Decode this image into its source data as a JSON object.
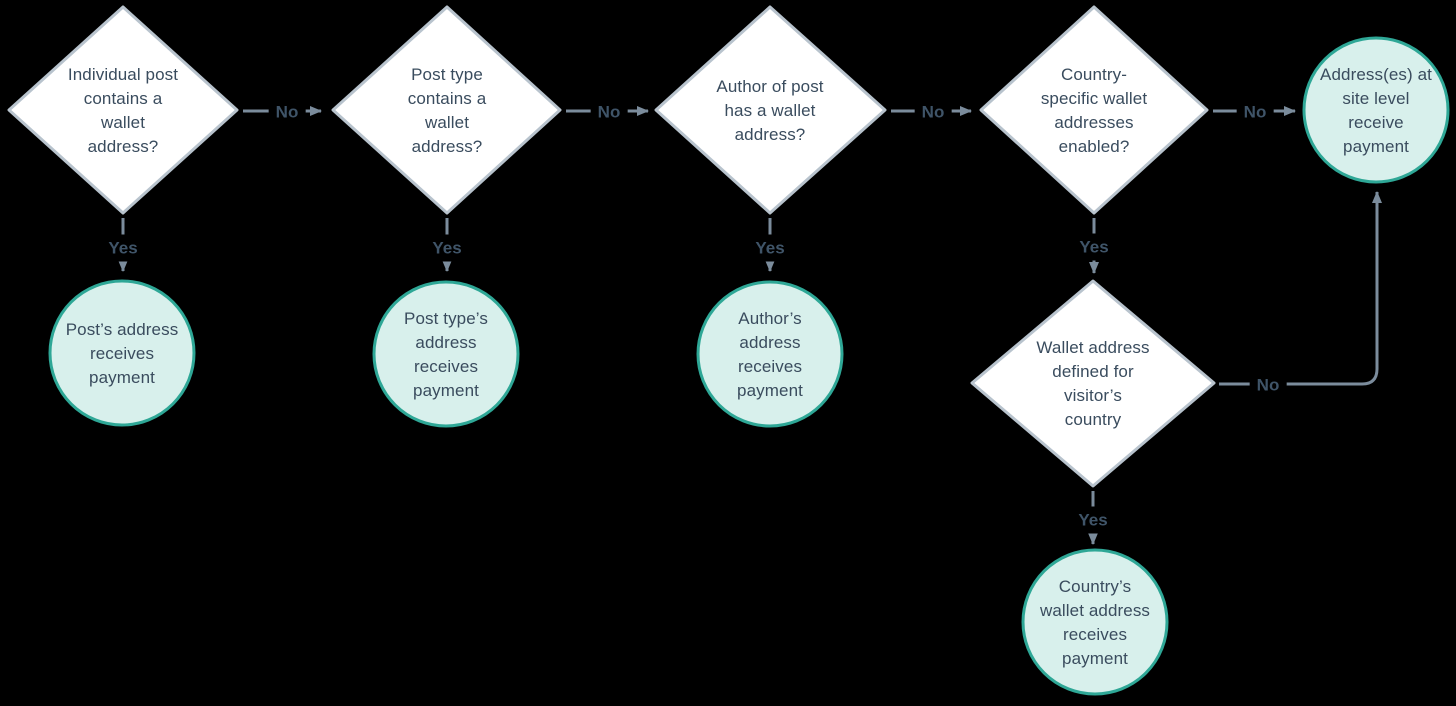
{
  "diagram": {
    "background": "#000000",
    "palette": {
      "decision_fill": "#ffffff",
      "decision_border": "#b8c3cd",
      "result_fill": "#d8f0ec",
      "result_border": "#2ea796",
      "node_text": "#3a4c5e",
      "connector": "#7b8c9c",
      "edge_label_text": "#3f5468"
    },
    "nodes": {
      "d1": {
        "label": "Individual post\ncontains a\nwallet\naddress?"
      },
      "d2": {
        "label": "Post type\ncontains a\nwallet\naddress?"
      },
      "d3": {
        "label": "Author of post\nhas a wallet\naddress?"
      },
      "d4": {
        "label": "Country-\nspecific wallet\naddresses\nenabled?"
      },
      "d5": {
        "label": "Wallet address\ndefined for\nvisitor’s\ncountry"
      },
      "c1": {
        "label": "Post’s address\nreceives\npayment"
      },
      "c2": {
        "label": "Post type’s\naddress\nreceives\npayment"
      },
      "c3": {
        "label": "Author’s\naddress\nreceives\npayment"
      },
      "c4": {
        "label": "Address(es) at\nsite level\nreceive\npayment"
      },
      "c5": {
        "label": "Country’s\nwallet address\nreceives\npayment"
      }
    },
    "edge_labels": {
      "no1": "No",
      "no2": "No",
      "no3": "No",
      "no4": "No",
      "no5": "No",
      "yes1": "Yes",
      "yes2": "Yes",
      "yes3": "Yes",
      "yes4": "Yes",
      "yes5": "Yes"
    }
  }
}
